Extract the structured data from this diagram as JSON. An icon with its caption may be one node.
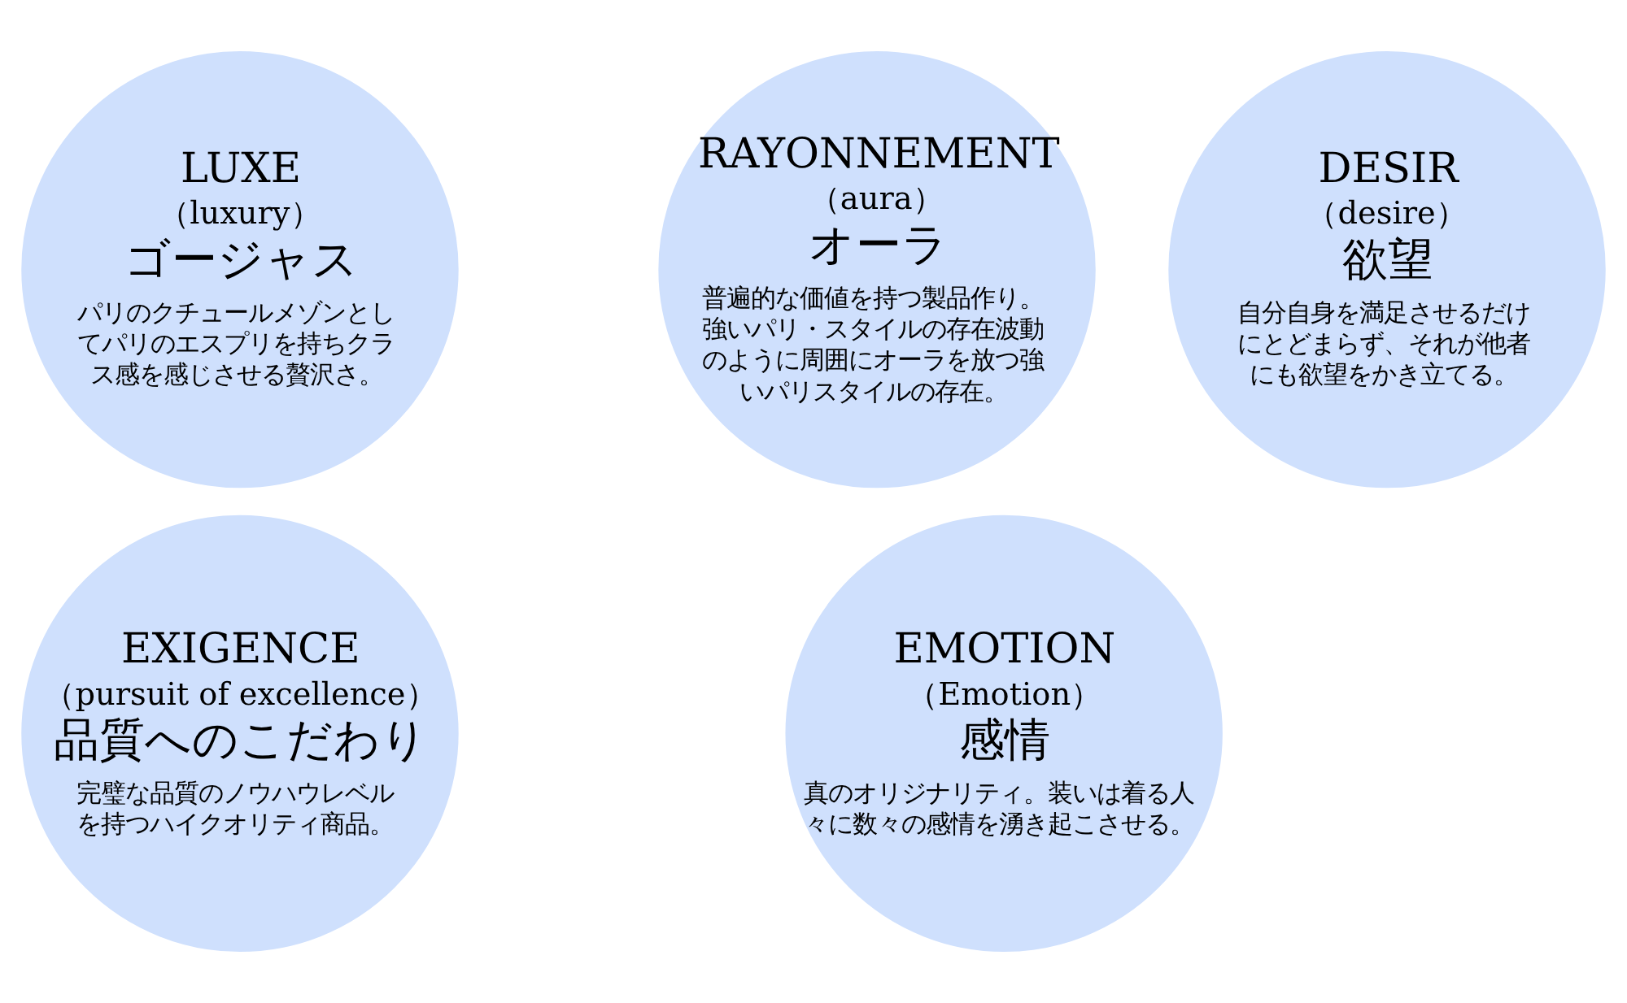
{
  "diagram": {
    "nodes": [
      {
        "text": [
          "LUXE",
          "（luxury）",
          "ゴージャス",
          "パリのクチュールメゾンとしてパリのエスプリを持ちクラス感を感じさせる贅沢さ。"
        ]
      },
      {
        "text": [
          "RAYONNEMENT",
          "（aura）",
          "オーラ",
          "普遍的な価値を持つ製品作り。強いパリ・スタイルの存在波動のように周囲にオーラを放つ強いパリスタイルの存在。"
        ]
      },
      {
        "text": [
          "DESIR",
          "（desire）",
          "欲望",
          "自分自身を満足させるだけにとどまらず、それが他者にも欲望をかき立てる。"
        ]
      },
      {
        "text": [
          "EXIGENCE",
          "（pursuit of excellence）",
          "品質へのこだわり",
          "完璧な品質のノウハウレベルを持つハイクオリティ商品。"
        ]
      },
      {
        "text": [
          "EMOTION",
          "（Emotion）",
          "感情",
          "真のオリジナリティ。装いは着る人々に数々の感情を湧き起こさせる。"
        ]
      }
    ]
  }
}
